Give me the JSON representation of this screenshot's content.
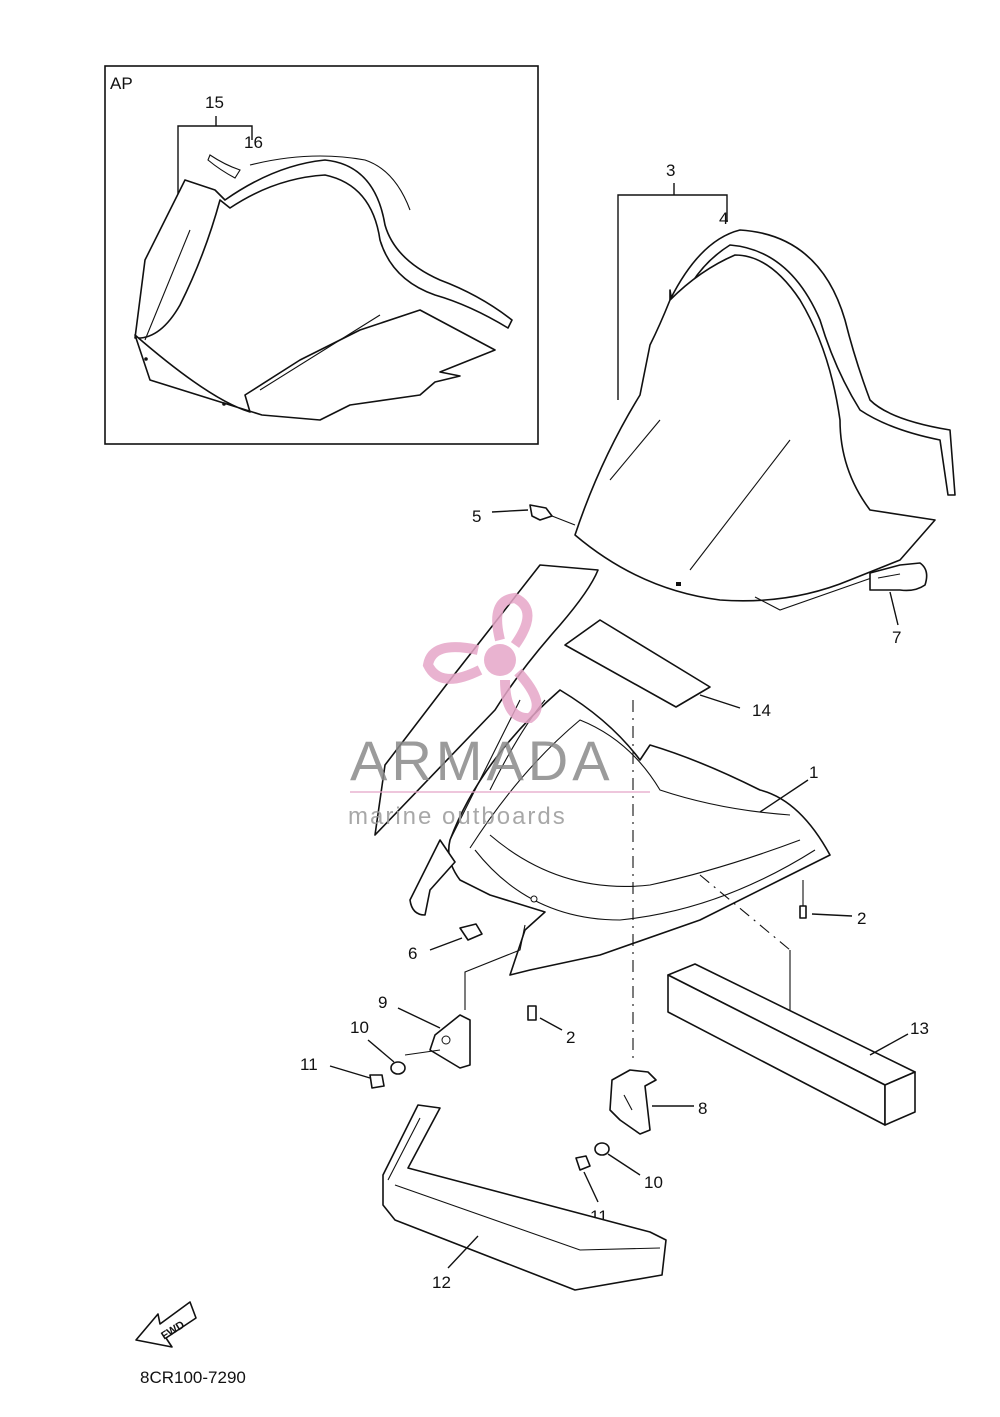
{
  "inset": {
    "label": "AP"
  },
  "callouts": {
    "c1": "1",
    "c2a": "2",
    "c2b": "2",
    "c3": "3",
    "c4": "4",
    "c5": "5",
    "c6": "6",
    "c7": "7",
    "c8": "8",
    "c9": "9",
    "c10a": "10",
    "c10b": "10",
    "c11a": "11",
    "c11b": "11",
    "c12": "12",
    "c13": "13",
    "c14": "14",
    "c15": "15",
    "c16": "16"
  },
  "fwd_label": "FWD",
  "diagram_code": "8CR100-7290",
  "watermark": {
    "brand": "ARMADA",
    "tagline": "marine outboards",
    "logo_color": "#e6a6c8",
    "text_color": "#8a8a8a"
  }
}
